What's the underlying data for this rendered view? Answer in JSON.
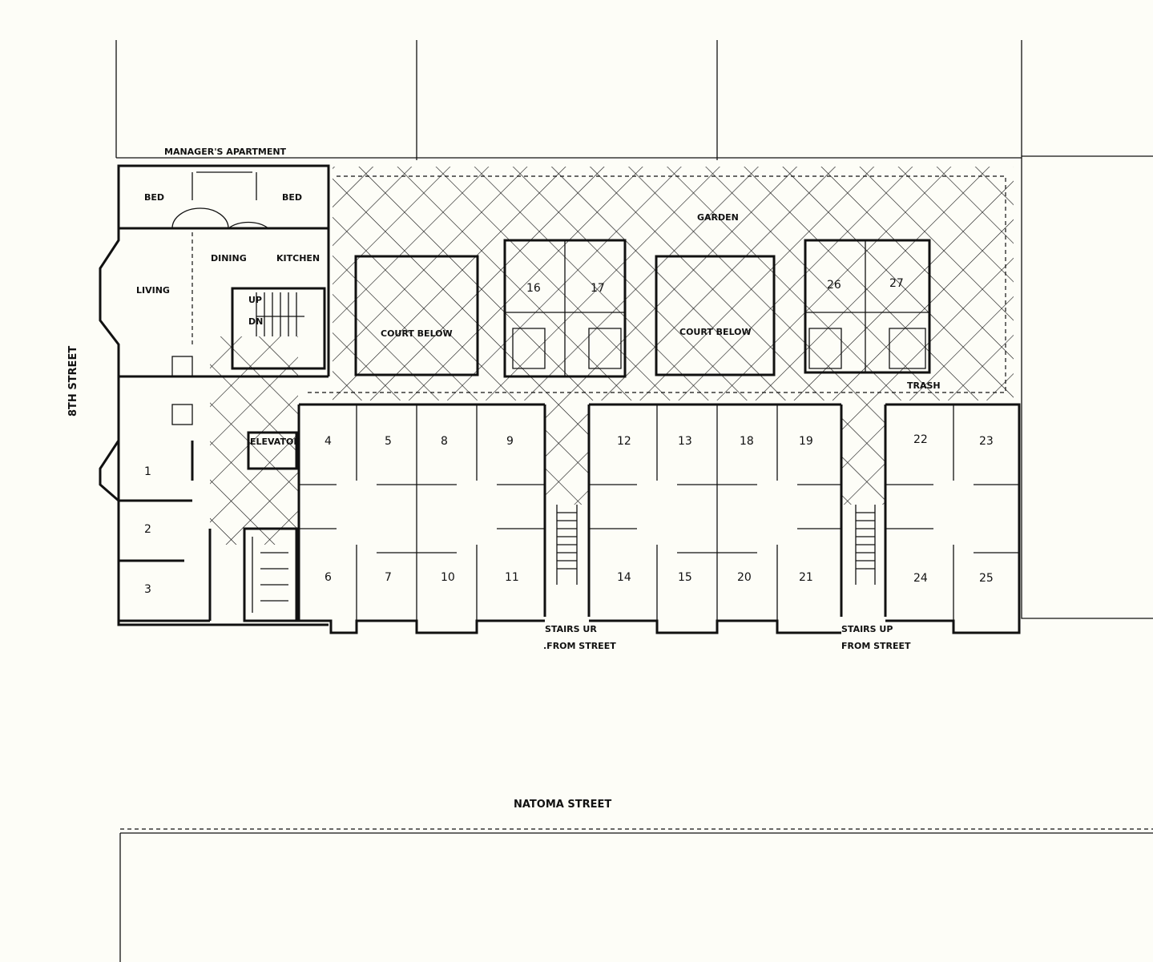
{
  "streets": {
    "west": "8TH STREET",
    "south": "NATOMA STREET"
  },
  "labels": {
    "managers_apartment": "MANAGER'S APARTMENT",
    "bed": "BED",
    "dining": "DINING",
    "kitchen": "KITCHEN",
    "living": "LIVING",
    "up": "UP",
    "dn": "DN",
    "elevator": "ELEVATOR",
    "garden": "GARDEN",
    "court_below": "COURT BELOW",
    "trash": "TRASH",
    "stairs_up_1": "STAIRS UR",
    "from_street_1": ".FROM STREET",
    "stairs_up_2": "STAIRS UP",
    "from_street_2": "FROM STREET"
  },
  "units": [
    "1",
    "2",
    "3",
    "4",
    "5",
    "6",
    "7",
    "8",
    "9",
    "10",
    "11",
    "12",
    "13",
    "14",
    "15",
    "16",
    "17",
    "18",
    "19",
    "20",
    "21",
    "22",
    "23",
    "24",
    "25",
    "26",
    "27"
  ],
  "colors": {
    "ink": "#111111",
    "paper": "#fdfdf7"
  }
}
